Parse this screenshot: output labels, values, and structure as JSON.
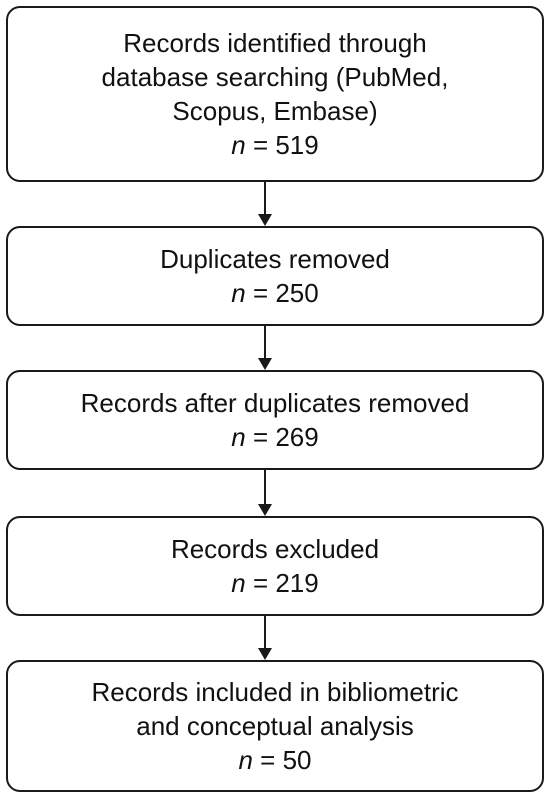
{
  "flowchart": {
    "boxes": [
      {
        "lines": [
          "Records identified through",
          "database searching (PubMed,",
          "Scopus, Embase)"
        ],
        "n_label": "n",
        "n_value": " = 519"
      },
      {
        "lines": [
          "Duplicates removed"
        ],
        "n_label": "n",
        "n_value": " = 250"
      },
      {
        "lines": [
          "Records after duplicates removed"
        ],
        "n_label": "n",
        "n_value": " = 269"
      },
      {
        "lines": [
          "Records excluded"
        ],
        "n_label": "n",
        "n_value": " = 219"
      },
      {
        "lines": [
          "Records included in bibliometric",
          "and conceptual analysis"
        ],
        "n_label": "n",
        "n_value": " = 50"
      }
    ]
  }
}
